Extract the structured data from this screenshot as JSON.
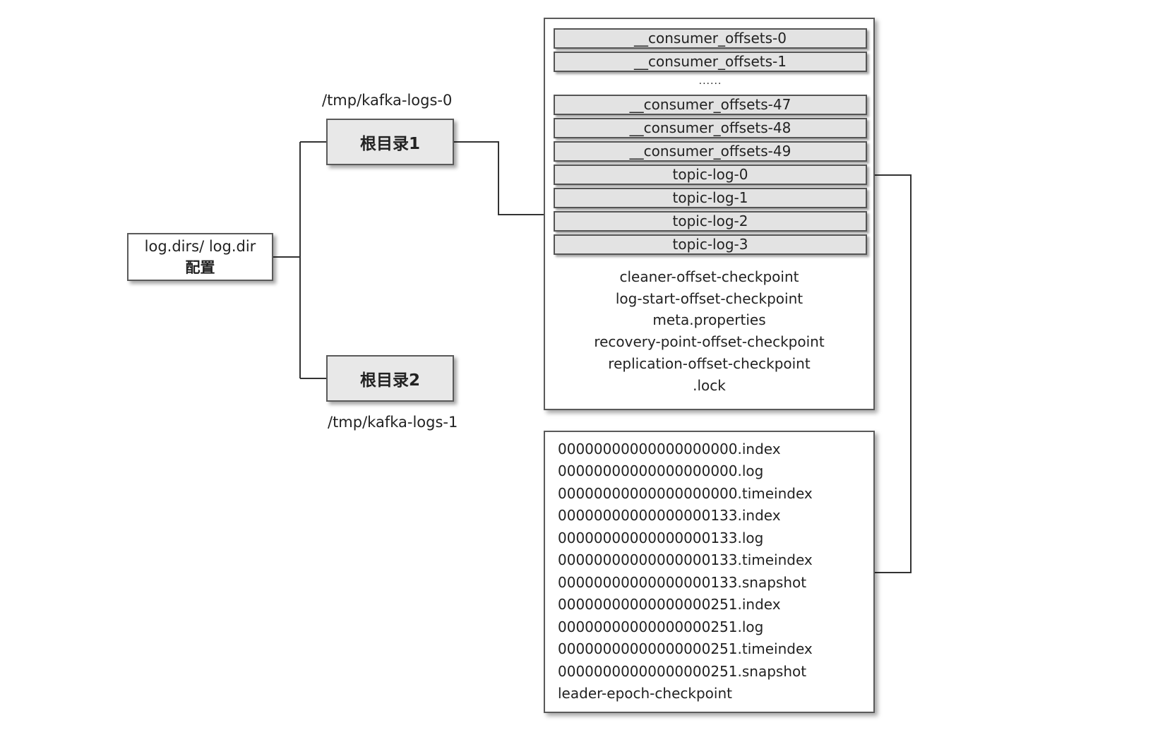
{
  "config": {
    "line1": "log.dirs/ log.dir",
    "line2": "配置"
  },
  "roots": [
    {
      "label": "根目录1",
      "path": "/tmp/kafka-logs-0"
    },
    {
      "label": "根目录2",
      "path": "/tmp/kafka-logs-1"
    }
  ],
  "partitions_top": [
    "__consumer_offsets-0",
    "__consumer_offsets-1"
  ],
  "ellipsis": "......",
  "partitions_bottom": [
    "__consumer_offsets-47",
    "__consumer_offsets-48",
    "__consumer_offsets-49",
    "topic-log-0",
    "topic-log-1",
    "topic-log-2",
    "topic-log-3"
  ],
  "dir_files": [
    "cleaner-offset-checkpoint",
    "log-start-offset-checkpoint",
    "meta.properties",
    "recovery-point-offset-checkpoint",
    "replication-offset-checkpoint",
    ".lock"
  ],
  "segment_files": [
    "00000000000000000000.index",
    "00000000000000000000.log",
    "00000000000000000000.timeindex",
    "00000000000000000133.index",
    "00000000000000000133.log",
    "00000000000000000133.timeindex",
    "00000000000000000133.snapshot",
    "00000000000000000251.index",
    "00000000000000000251.log",
    "00000000000000000251.timeindex",
    "00000000000000000251.snapshot",
    "leader-epoch-checkpoint"
  ]
}
